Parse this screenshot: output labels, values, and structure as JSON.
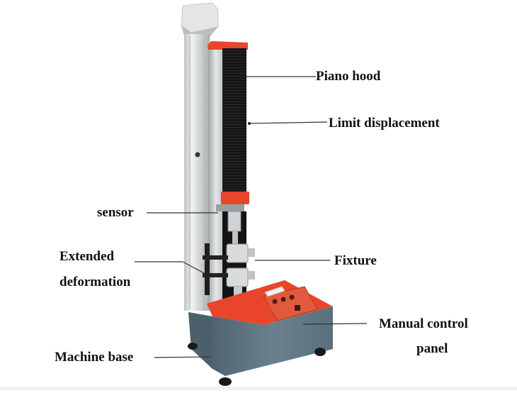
{
  "diagram": {
    "subject": "Single-column universal tensile testing machine",
    "colors": {
      "accent_red": "#e8452a",
      "frame_silver": "#d9dcdc",
      "bellows_black": "#1a1a1a",
      "base_gray_blue": "#5d7480",
      "label_text": "#111111",
      "leader_line": "#333333"
    },
    "labels": [
      {
        "id": "piano-hood",
        "text": "Piano hood"
      },
      {
        "id": "limit-displacement",
        "text": "Limit displacement"
      },
      {
        "id": "sensor",
        "text": "sensor"
      },
      {
        "id": "extended-deformation",
        "line1": "Extended",
        "line2": "deformation"
      },
      {
        "id": "fixture",
        "text": "Fixture"
      },
      {
        "id": "manual-control-panel",
        "line1": "Manual control",
        "line2": "panel"
      },
      {
        "id": "machine-base",
        "text": "Machine base"
      }
    ]
  }
}
